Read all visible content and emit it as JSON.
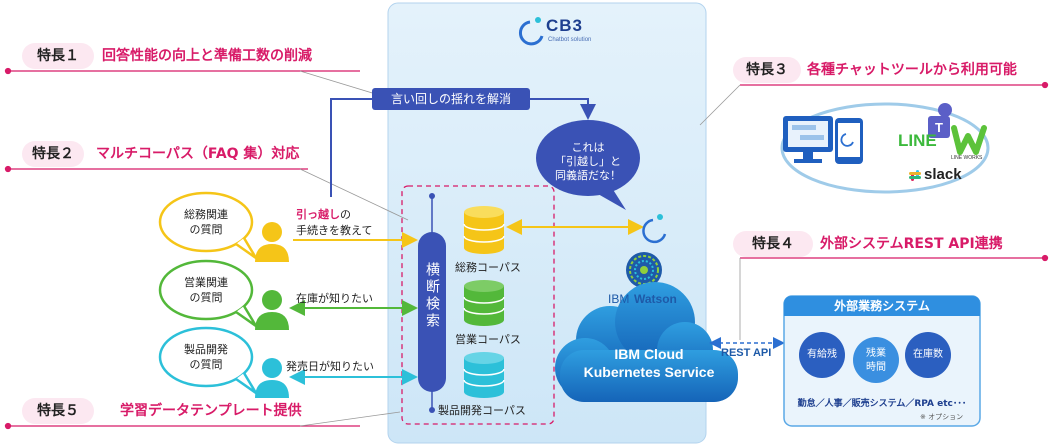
{
  "features": [
    {
      "badge": "特長１",
      "title": "回答性能の向上と準備工数の削減"
    },
    {
      "badge": "特長２",
      "title": "マルチコーパス（FAQ 集）対応"
    },
    {
      "badge": "特長３",
      "title": "各種チャットツールから利用可能"
    },
    {
      "badge": "特長４",
      "title": "外部システムREST API連携"
    },
    {
      "badge": "特長５",
      "title": "学習データテンプレート提供"
    }
  ],
  "logo": {
    "name": "CB3",
    "sub": "Chatbot solution"
  },
  "phrase_box": "言い回しの揺れを解消",
  "bubble": [
    "これは",
    "「引越し」と",
    "同義語だな！"
  ],
  "users": [
    {
      "label": [
        "総務関連",
        "の質問"
      ],
      "question_red": "引っ越し",
      "question_rest1": "の",
      "question_rest2": "手続きを教えて"
    },
    {
      "label": [
        "営業関連",
        "の質問"
      ],
      "question": "在庫が知りたい"
    },
    {
      "label": [
        "製品開発",
        "の質問"
      ],
      "question": "発売日が知りたい"
    }
  ],
  "search": "横断検索",
  "corpora": [
    "総務コーパス",
    "営業コーパス",
    "製品開発コーパス"
  ],
  "watson": {
    "ibm": "IBM",
    "name": "Watson"
  },
  "cloud": [
    "IBM Cloud",
    "Kubernetes Service"
  ],
  "rest_api": "REST API",
  "chat_tools": {
    "line": "LINE",
    "line_works": "LINE WORKS",
    "slack": "slack"
  },
  "external": {
    "title": "外部業務システム",
    "circles": [
      "有給残",
      "残業時間",
      "在庫数"
    ],
    "footer": "勤怠／人事／販売システム／RPA etc･･･",
    "note": "※ オプション"
  },
  "colors": {
    "pink": "#d81b68",
    "navy": "#3a52b5",
    "green": "#53b83a",
    "yellow": "#f5c518",
    "cyan": "#2cc0d9"
  }
}
